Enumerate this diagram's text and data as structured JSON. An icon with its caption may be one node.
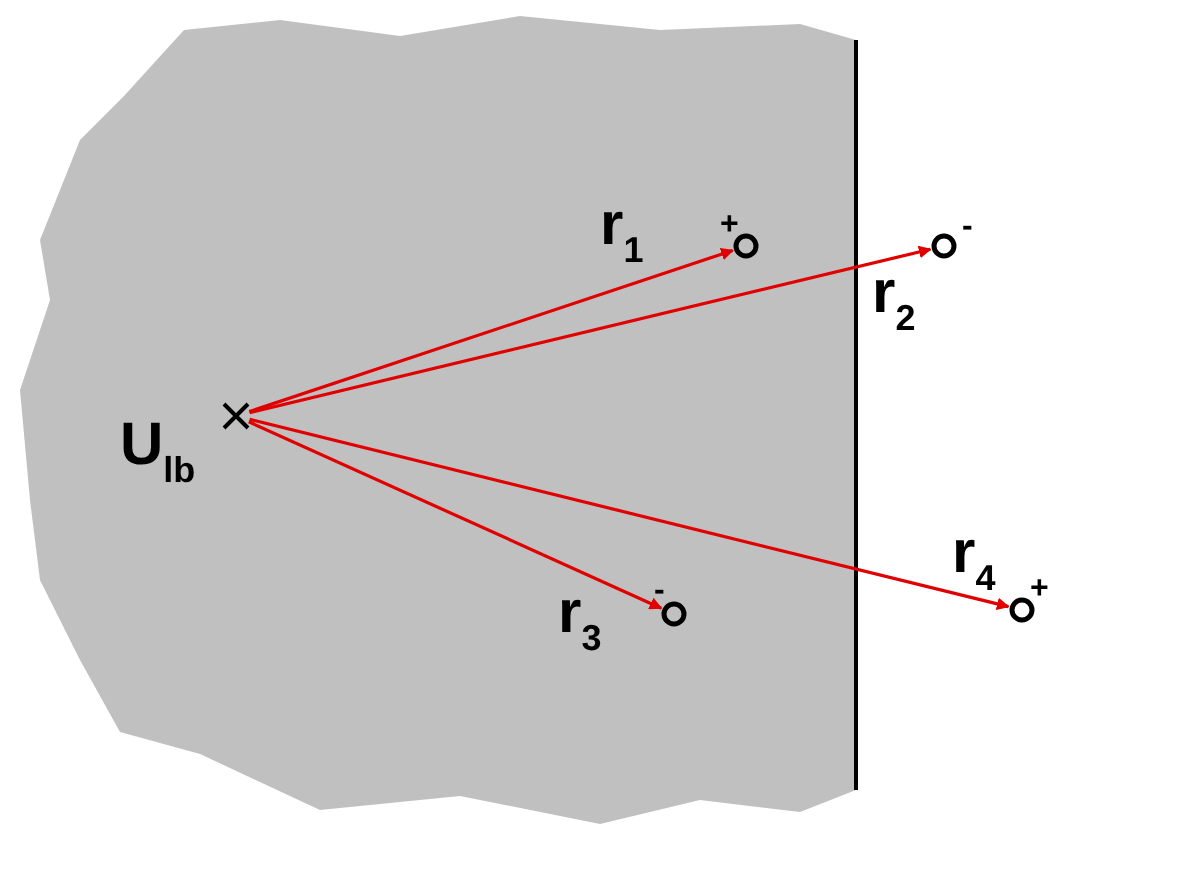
{
  "diagram": {
    "nodes": [
      {
        "text": [],
        "shape": "cross",
        "beside": [
          "U$_{lb}$"
        ]
      },
      {
        "text": [],
        "shape": "circle",
        "beside": [
          "+"
        ]
      },
      {
        "text": [],
        "shape": "circle",
        "beside": [
          "-"
        ]
      },
      {
        "text": [],
        "shape": "circle",
        "beside": [
          "-"
        ]
      },
      {
        "text": [],
        "shape": "circle",
        "beside": [
          "+"
        ]
      }
    ],
    "edges": [
      {
        "from": 0,
        "to": 1,
        "arrow": "to",
        "label": "r$_{1}$"
      },
      {
        "from": 0,
        "to": 2,
        "arrow": "to",
        "label": "r$_{2}$"
      },
      {
        "from": 0,
        "to": 3,
        "arrow": "to",
        "label": "r$_{3}$"
      },
      {
        "from": 0,
        "to": 4,
        "arrow": "to",
        "label": "r$_{4}$"
      }
    ]
  }
}
